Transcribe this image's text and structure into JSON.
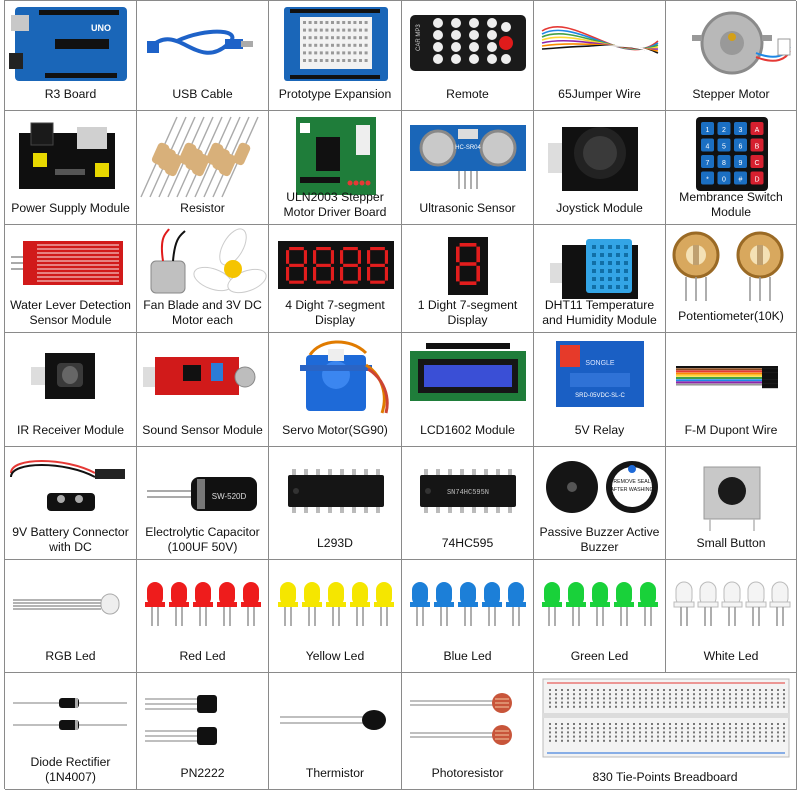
{
  "rows": [
    [
      {
        "label": "R3 Board",
        "icon": "arduino-board-icon"
      },
      {
        "label": "USB Cable",
        "icon": "usb-cable-icon"
      },
      {
        "label": "Prototype Expansion",
        "icon": "prototype-shield-icon"
      },
      {
        "label": "Remote",
        "icon": "ir-remote-icon",
        "text": "CAR MP3"
      },
      {
        "label": "65Jumper Wire",
        "icon": "jumper-wires-icon"
      },
      {
        "label": "Stepper Motor",
        "icon": "stepper-motor-icon"
      }
    ],
    [
      {
        "label": "Power Supply Module",
        "icon": "power-supply-module-icon"
      },
      {
        "label": "Resistor",
        "icon": "resistors-icon"
      },
      {
        "label": "ULN2003 Stepper Motor Driver Board",
        "icon": "driver-board-icon"
      },
      {
        "label": "Ultrasonic Sensor",
        "icon": "ultrasonic-sensor-icon",
        "text": "HC-SR04"
      },
      {
        "label": "Joystick Module",
        "icon": "joystick-module-icon"
      },
      {
        "label": "Membrance Switch Module",
        "icon": "membrane-keypad-icon",
        "keys": [
          "1",
          "2",
          "3",
          "A",
          "4",
          "5",
          "6",
          "B",
          "7",
          "8",
          "9",
          "C",
          "*",
          "0",
          "#",
          "D"
        ]
      }
    ],
    [
      {
        "label": "Water Lever Detection Sensor Module",
        "icon": "water-sensor-icon"
      },
      {
        "label": "Fan Blade and 3V DC Motor each",
        "icon": "fan-motor-icon"
      },
      {
        "label": "4 Dight 7-segment Display",
        "icon": "four-digit-display-icon"
      },
      {
        "label": "1 Dight 7-segment Display",
        "icon": "one-digit-display-icon"
      },
      {
        "label": "DHT11 Temperature and Humidity Module",
        "icon": "dht11-sensor-icon"
      },
      {
        "label": "Potentiometer(10K)",
        "icon": "potentiometer-icon"
      }
    ],
    [
      {
        "label": "IR Receiver Module",
        "icon": "ir-receiver-icon"
      },
      {
        "label": "Sound Sensor Module",
        "icon": "sound-sensor-icon"
      },
      {
        "label": "Servo Motor(SG90)",
        "icon": "servo-motor-icon"
      },
      {
        "label": "LCD1602 Module",
        "icon": "lcd-module-icon"
      },
      {
        "label": "5V Relay",
        "icon": "relay-icon",
        "text": "SRD-05VDC-SL-C"
      },
      {
        "label": "F-M Dupont Wire",
        "icon": "dupont-wire-icon"
      }
    ],
    [
      {
        "label": "9V Battery Connector with DC",
        "icon": "battery-connector-icon"
      },
      {
        "label": "Electrolytic Capacitor (100UF 50V)",
        "icon": "capacitor-icon"
      },
      {
        "label": "L293D",
        "icon": "ic-chip-icon"
      },
      {
        "label": "74HC595",
        "icon": "ic-chip-icon",
        "text": "SN74HC595N"
      },
      {
        "label": "Passive Buzzer Active Buzzer",
        "icon": "buzzer-icon",
        "text": "REMOVE SEAL AFTER WASHING"
      },
      {
        "label": "Small Button",
        "icon": "push-button-icon"
      }
    ],
    [
      {
        "label": "RGB Led",
        "icon": "rgb-led-icon"
      },
      {
        "label": "Red Led",
        "icon": "red-led-icon"
      },
      {
        "label": "Yellow Led",
        "icon": "yellow-led-icon"
      },
      {
        "label": "Blue Led",
        "icon": "blue-led-icon"
      },
      {
        "label": "Green Led",
        "icon": "green-led-icon"
      },
      {
        "label": "White Led",
        "icon": "white-led-icon"
      }
    ],
    [
      {
        "label": "Diode Rectifier (1N4007)",
        "icon": "diode-icon"
      },
      {
        "label": "PN2222",
        "icon": "transistor-icon"
      },
      {
        "label": "Thermistor",
        "icon": "thermistor-icon"
      },
      {
        "label": "Photoresistor",
        "icon": "photoresistor-icon"
      },
      {
        "label": "830 Tie-Points Breadboard",
        "icon": "breadboard-icon",
        "span": 2
      }
    ]
  ],
  "colors": {
    "led_red": "#ee1c1c",
    "led_yellow": "#f5e600",
    "led_blue": "#1c7fd8",
    "led_green": "#19d13a",
    "led_white": "#f4f4f4",
    "board_blue": "#1a66b8",
    "pcb_red": "#d11a1a"
  }
}
